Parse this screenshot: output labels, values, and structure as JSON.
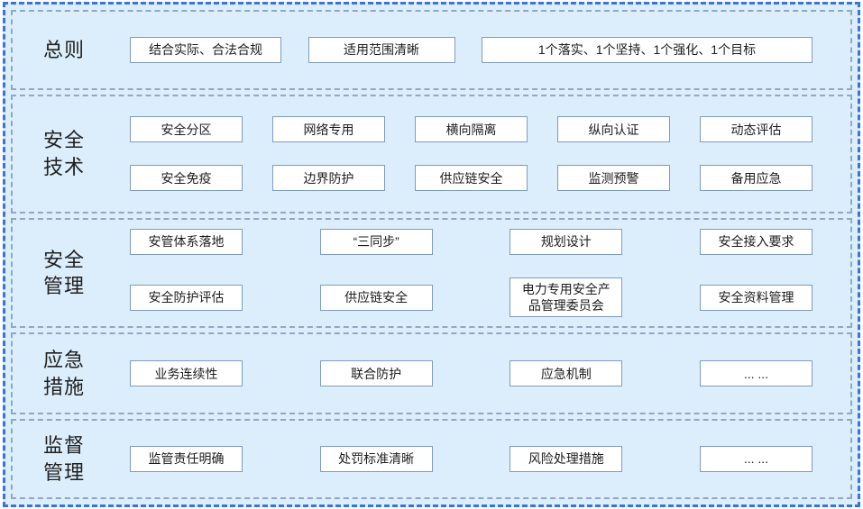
{
  "theme": {
    "panel_bg": "#dceefb",
    "outer_border": "#3a72e3",
    "section_border": "#90a7c6",
    "box_border": "#7d9bc4",
    "box_bg": "#ffffff",
    "text": "#1c1c1c"
  },
  "sections": [
    {
      "label": "总则",
      "rows": [
        [
          "结合实际、合法合规",
          "适用范围清晰",
          "1个落实、1个坚持、1个强化、1个目标"
        ]
      ]
    },
    {
      "label": "安全\n技术",
      "rows": [
        [
          "安全分区",
          "网络专用",
          "横向隔离",
          "纵向认证",
          "动态评估"
        ],
        [
          "安全免疫",
          "边界防护",
          "供应链安全",
          "监测预警",
          "备用应急"
        ]
      ]
    },
    {
      "label": "安全\n管理",
      "rows": [
        [
          "安管体系落地",
          "“三同步”",
          "规划设计",
          "安全接入要求"
        ],
        [
          "安全防护评估",
          "供应链安全",
          "电力专用安全产品管理委员会",
          "安全资料管理"
        ]
      ]
    },
    {
      "label": "应急\n措施",
      "rows": [
        [
          "业务连续性",
          "联合防护",
          "应急机制",
          "... ..."
        ]
      ]
    },
    {
      "label": "监督\n管理",
      "rows": [
        [
          "监管责任明确",
          "处罚标准清晰",
          "风险处理措施",
          "... ..."
        ]
      ]
    }
  ]
}
